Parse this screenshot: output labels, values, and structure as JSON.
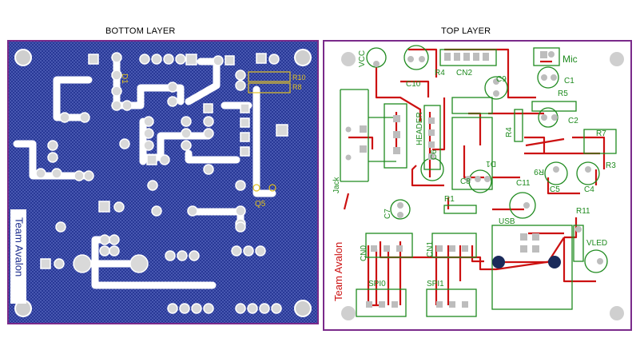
{
  "captions": {
    "bottom": "BOTTOM LAYER",
    "top": "TOP LAYER"
  },
  "bottom_layer": {
    "team_label": "Team Avalon",
    "labels": {
      "d1": "D1",
      "r10": "R10",
      "r8": "R8",
      "q5": "Q5"
    }
  },
  "top_layer": {
    "team_label": "Team Avalon",
    "labels": {
      "vcc": "VCC",
      "c10": "C10",
      "r4a": "R4",
      "cn2": "CN2",
      "c9": "C9",
      "mic": "Mic",
      "c1": "C1",
      "header": "HEADER",
      "r5": "R5",
      "r4b": "R4",
      "c2": "C2",
      "r7": "R7",
      "c6": "C6",
      "jack": "Jack",
      "c8": "C8",
      "d1": "D1",
      "r1": "R1",
      "r3": "R3",
      "c5": "C5",
      "c4": "C4",
      "r9": "R9",
      "c11": "C11",
      "c7": "C7",
      "usb": "USB",
      "r11": "R11",
      "vled": "VLED",
      "cn0": "CN0",
      "cn1": "CN1",
      "spi0": "SPI0",
      "spi1": "SPI1"
    }
  },
  "colors": {
    "copper_bottom": "#1f2f8f",
    "outline": "#7a2a8a",
    "trace_top": "#cc1111",
    "silk_top": "#1e8a1e",
    "pad": "#d8d8d8",
    "silk_yellow": "#e0c020"
  }
}
